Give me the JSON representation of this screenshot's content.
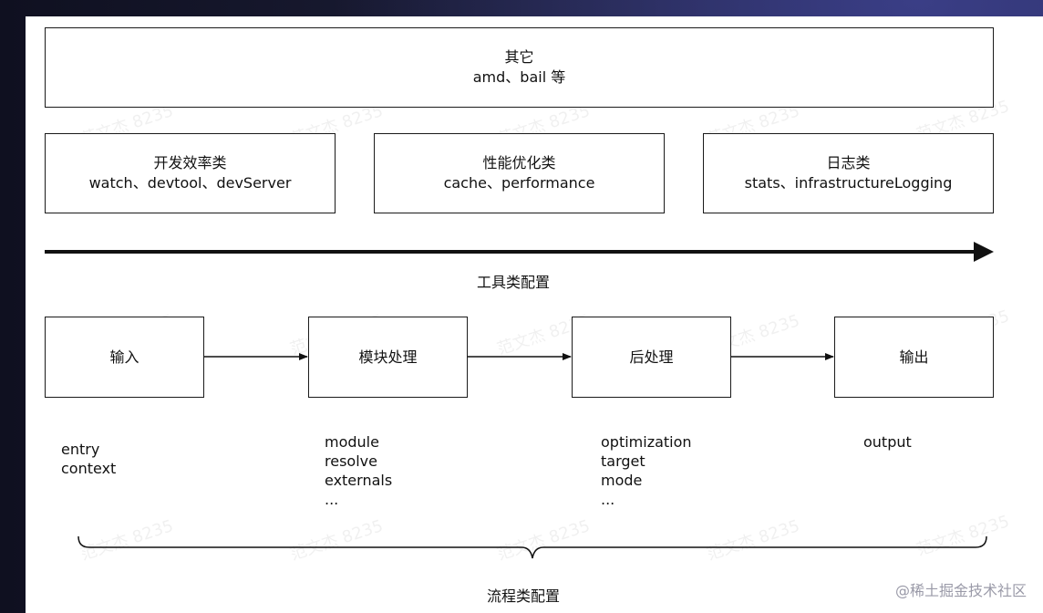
{
  "top_box": {
    "title": "其它",
    "subtitle": "amd、bail 等"
  },
  "tool_boxes": [
    {
      "title": "开发效率类",
      "subtitle": "watch、devtool、devServer"
    },
    {
      "title": "性能优化类",
      "subtitle": "cache、performance"
    },
    {
      "title": "日志类",
      "subtitle": "stats、infrastructureLogging"
    }
  ],
  "tool_label": "工具类配置",
  "flow_boxes": [
    {
      "title": "输入"
    },
    {
      "title": "模块处理"
    },
    {
      "title": "后处理"
    },
    {
      "title": "输出"
    }
  ],
  "flow_lists": [
    {
      "items": [
        "entry",
        "context"
      ]
    },
    {
      "items": [
        "module",
        "resolve",
        "externals",
        "..."
      ]
    },
    {
      "items": [
        "optimization",
        "target",
        "mode",
        "..."
      ]
    },
    {
      "items": [
        "output"
      ]
    }
  ],
  "flow_label": "流程类配置",
  "watermark": "范文杰 8235",
  "credit": "@稀土掘金技术社区"
}
